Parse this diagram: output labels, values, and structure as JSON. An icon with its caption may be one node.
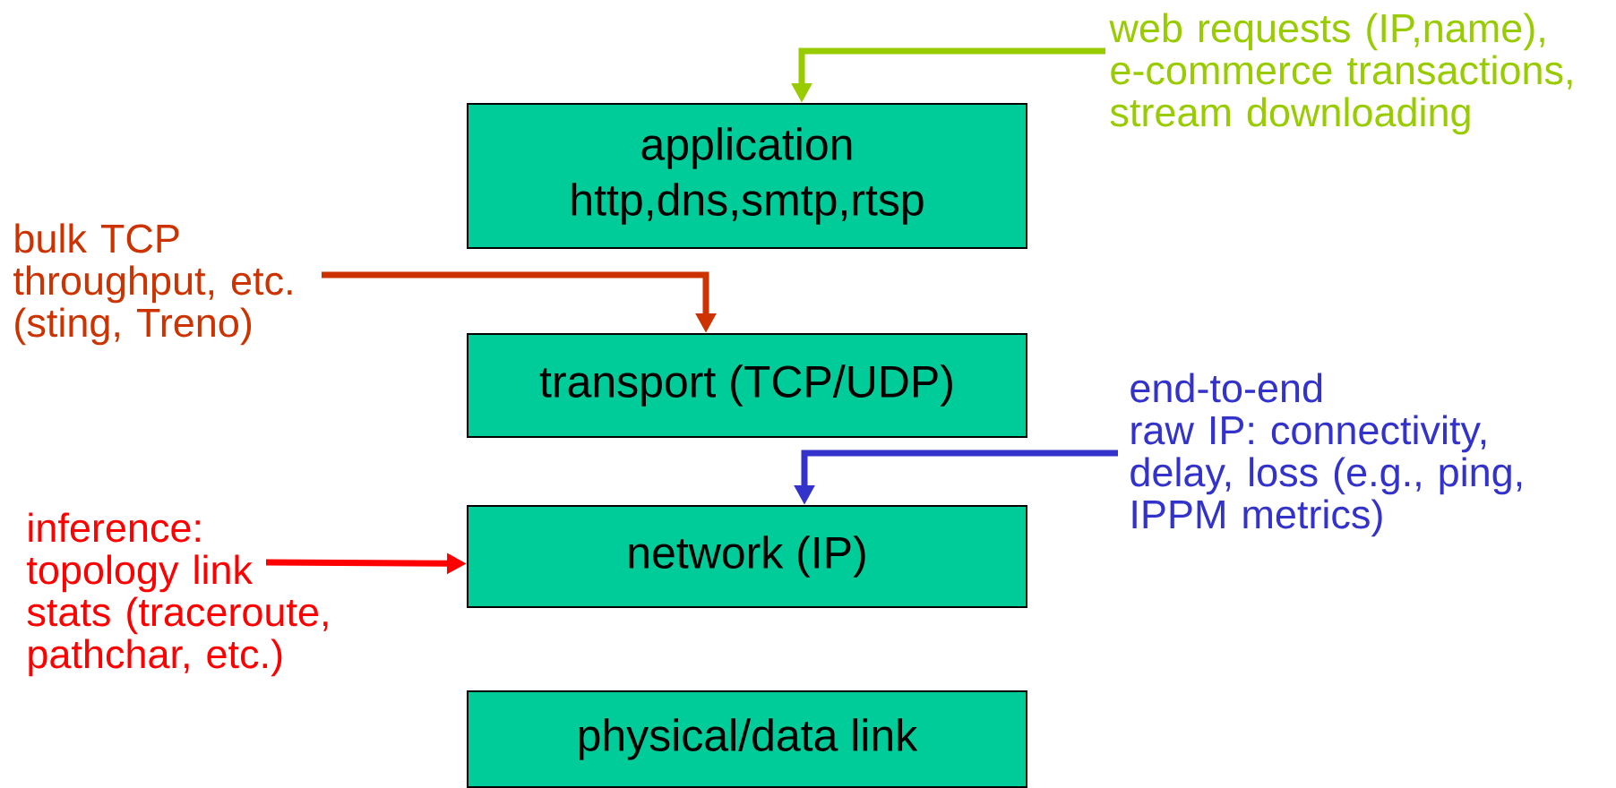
{
  "diagram": {
    "nodes": [
      {
        "text": [
          "application",
          "http,dns,smtp,rtsp"
        ]
      },
      {
        "text": [
          "transport (TCP/UDP)"
        ]
      },
      {
        "text": [
          "network (IP)"
        ]
      },
      {
        "text": [
          "physical/data link"
        ]
      },
      {
        "text": [
          "web requests (IP,name), e-commerce transactions, stream downloading"
        ]
      },
      {
        "text": [
          "bulk TCP throughput, etc. (sting, Treno)"
        ]
      },
      {
        "text": [
          "end-to-end",
          "raw IP: connectivity, delay, loss (e.g., ping, IPPM metrics)"
        ]
      },
      {
        "text": [
          "inference: topology link stats (traceroute, pathchar, etc.)"
        ]
      }
    ],
    "edges": [
      {
        "from": 4,
        "to": 0,
        "arrow": "to",
        "color": "#99cc00"
      },
      {
        "from": 5,
        "to": 1,
        "arrow": "to",
        "color": "#cc3300"
      },
      {
        "from": 6,
        "to": 2,
        "arrow": "to",
        "color": "#3333cc"
      },
      {
        "from": 7,
        "to": 2,
        "arrow": "to",
        "color": "#ff0000"
      }
    ]
  }
}
